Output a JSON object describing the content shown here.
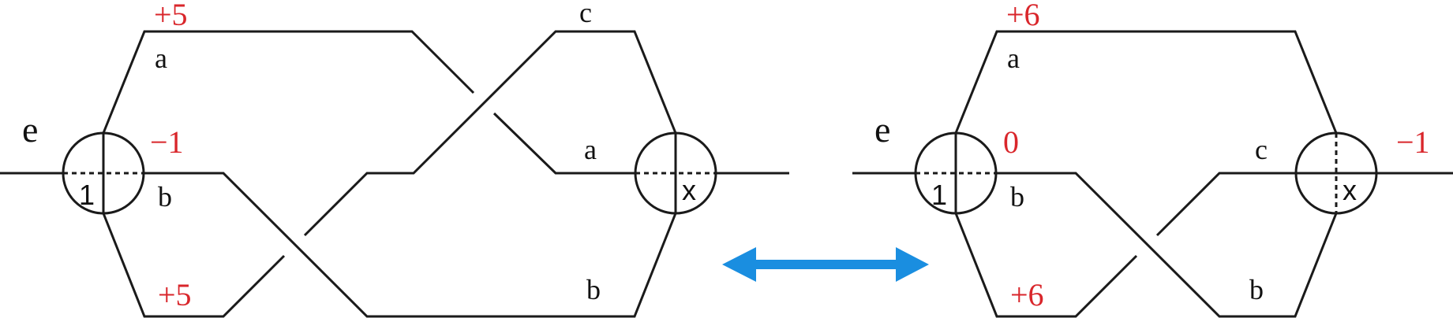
{
  "colors": {
    "line": "#1a1a1a",
    "label": "#111111",
    "number": "#d9262b",
    "arrow": "#1a8ee0"
  },
  "left": {
    "labels": {
      "e": "e",
      "a_top": "a",
      "b_mid": "b",
      "c_top": "c",
      "a_right": "a",
      "b_bottom": "b"
    },
    "vertices": {
      "left": "1",
      "right": "x"
    },
    "numbers": {
      "top": "+5",
      "mid": "−1",
      "bottom": "+5"
    }
  },
  "right": {
    "labels": {
      "e": "e",
      "a_top": "a",
      "b_mid": "b",
      "c_right": "c",
      "b_bottom": "b"
    },
    "vertices": {
      "left": "1",
      "right": "x"
    },
    "numbers": {
      "top": "+6",
      "mid": "0",
      "bottom": "+6",
      "right": "−1"
    }
  },
  "arrow": {
    "icon": "double-arrow-icon"
  }
}
